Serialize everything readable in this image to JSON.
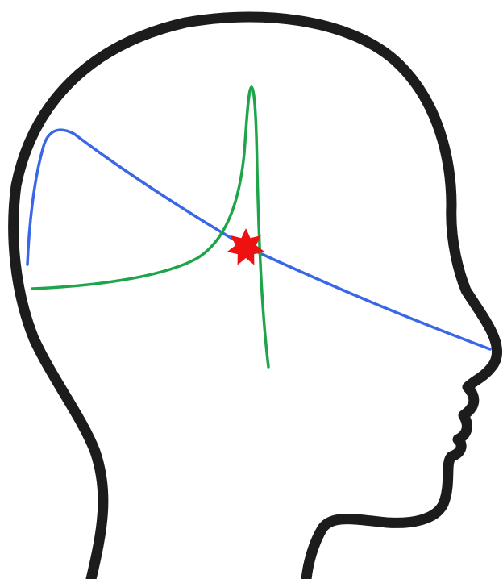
{
  "diagram": {
    "kind": "head-profile-landmark-lines",
    "background_color": "#ffffff",
    "head_outline": {
      "color": "#1c1c1c"
    },
    "lines": [
      {
        "id": "blue-line",
        "color": "#3a66e8"
      },
      {
        "id": "green-line",
        "color": "#1ea54a"
      }
    ],
    "marker": {
      "shape": "star",
      "points": 7,
      "color": "#ee1111"
    }
  }
}
